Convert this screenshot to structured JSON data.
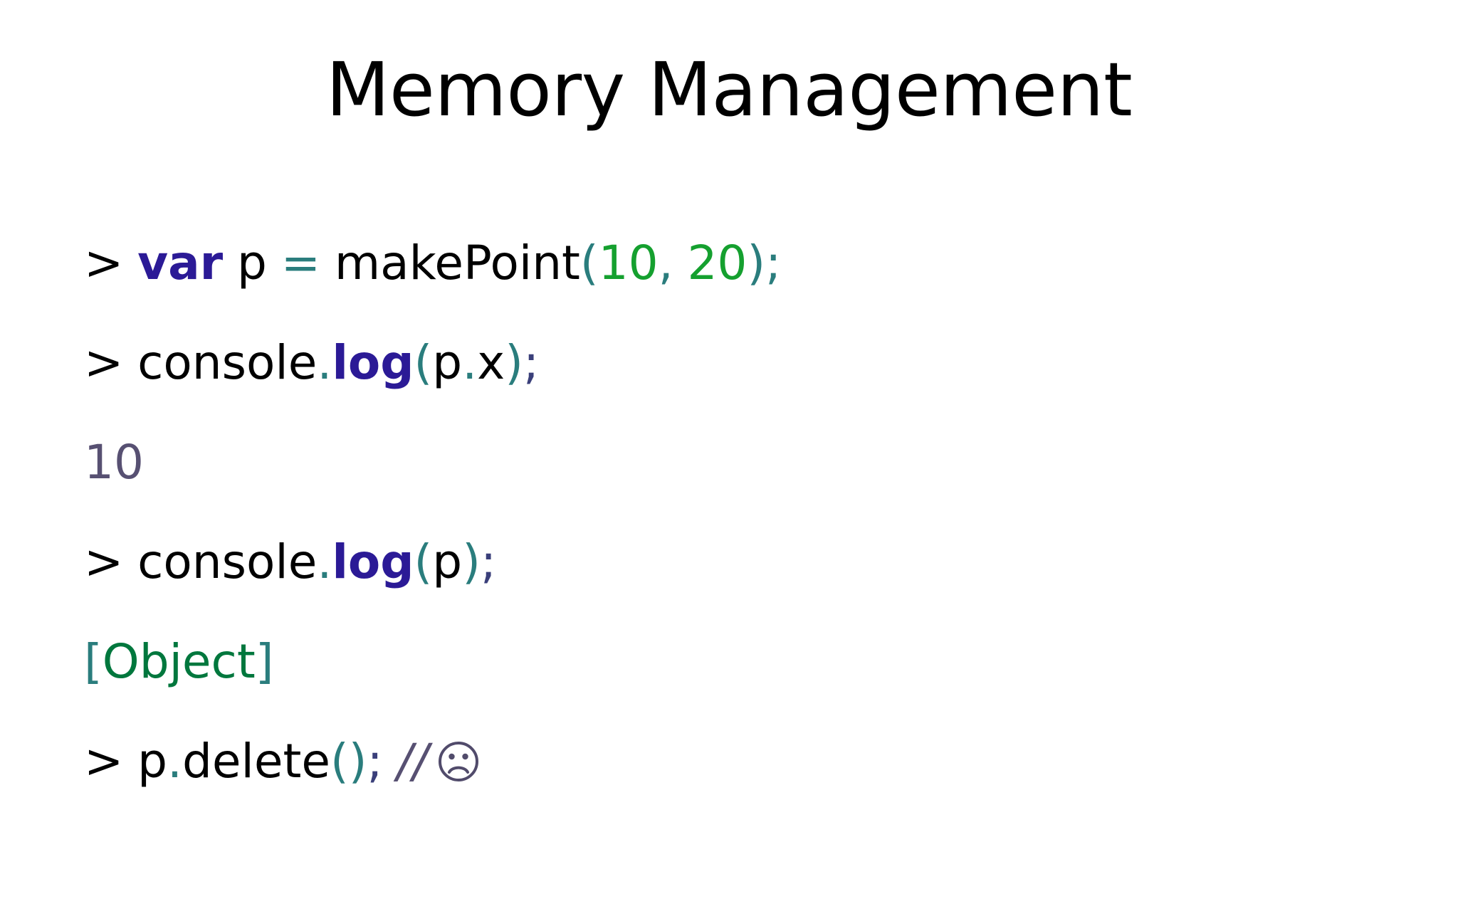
{
  "slide": {
    "title": "Memory Management",
    "background_color": "#ffffff"
  },
  "palette": {
    "plain": "#000000",
    "keyword": "#2b1a96",
    "punctuation": "#2a7d7d",
    "number": "#15a02f",
    "object": "#00773d",
    "output": "#575072",
    "comment": "#575072"
  },
  "console": {
    "lines": [
      {
        "id": "line-1",
        "kind": "input",
        "text": "> var p = makePoint(10, 20);",
        "tokens": {
          "prompt": ">",
          "keyword": "var",
          "name": "p",
          "equals": "=",
          "fn": "makePoint",
          "paren_open": "(",
          "arg1": "10",
          "comma": ",",
          "arg2": "20",
          "paren_close": ")",
          "semicolon": ";"
        }
      },
      {
        "id": "line-2",
        "kind": "input",
        "text": "> console.log(p.x);",
        "tokens": {
          "prompt": ">",
          "obj": "console",
          "dot1": ".",
          "method": "log",
          "paren_open": "(",
          "arg_obj": "p",
          "dot2": ".",
          "arg_prop": "x",
          "paren_close": ")",
          "semicolon": ";"
        }
      },
      {
        "id": "line-3",
        "kind": "output",
        "text": "10"
      },
      {
        "id": "line-4",
        "kind": "input",
        "text": "> console.log(p);",
        "tokens": {
          "prompt": ">",
          "obj": "console",
          "dot1": ".",
          "method": "log",
          "paren_open": "(",
          "arg_obj": "p",
          "paren_close": ")",
          "semicolon": ";"
        }
      },
      {
        "id": "line-5",
        "kind": "output",
        "text": "[Object]",
        "tokens": {
          "bracket_open": "[",
          "value": "Object",
          "bracket_close": "]"
        }
      },
      {
        "id": "line-6",
        "kind": "input",
        "text": "> p.delete(); // ☹",
        "tokens": {
          "prompt": ">",
          "obj": "p",
          "dot1": ".",
          "method": "delete",
          "paren_open": "(",
          "paren_close": ")",
          "semicolon": ";",
          "comment": "//",
          "emoji": "☹"
        }
      }
    ]
  }
}
